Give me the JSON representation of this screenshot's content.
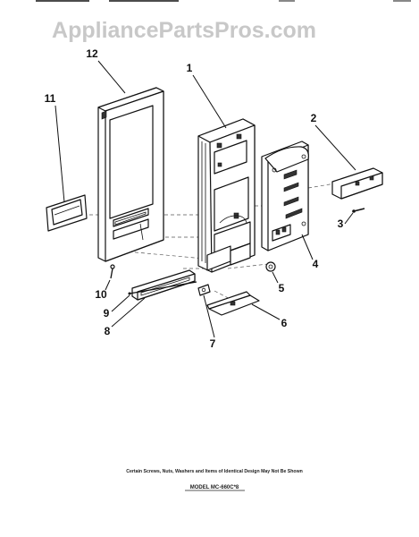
{
  "watermark": "AppliancePartsPros.com",
  "callouts": {
    "c1": "1",
    "c2": "2",
    "c3": "3",
    "c4": "4",
    "c5": "5",
    "c6": "6",
    "c7": "7",
    "c8": "8",
    "c9": "9",
    "c10": "10",
    "c11": "11",
    "c12": "12"
  },
  "footnote": "Certain Screws, Nuts, Washers and Items of Identical Design May Not Be Shown",
  "model_label": "MODEL MC-660C*8"
}
